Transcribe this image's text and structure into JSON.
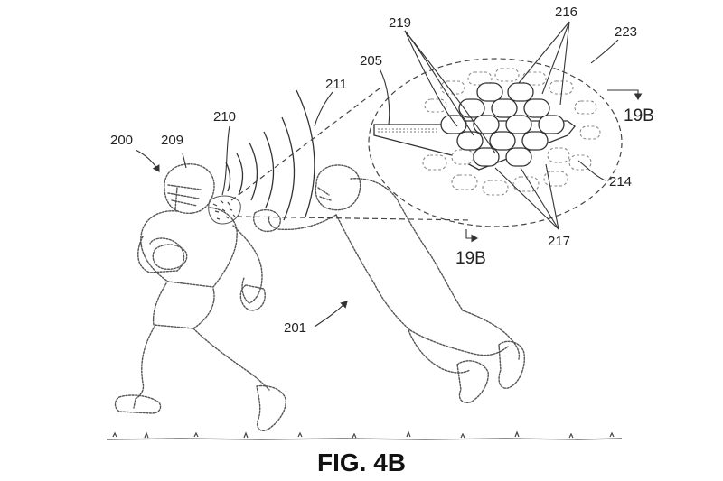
{
  "labels": {
    "ref_200": "200",
    "ref_209": "209",
    "ref_210": "210",
    "ref_211": "211",
    "ref_205": "205",
    "ref_219": "219",
    "ref_216": "216",
    "ref_223": "223",
    "ref_214": "214",
    "ref_217": "217",
    "ref_201": "201",
    "section_top": "19B",
    "section_bottom": "19B"
  },
  "caption": "FIG. 4B",
  "colors": {
    "ink": "#333333",
    "background": "#ffffff"
  }
}
